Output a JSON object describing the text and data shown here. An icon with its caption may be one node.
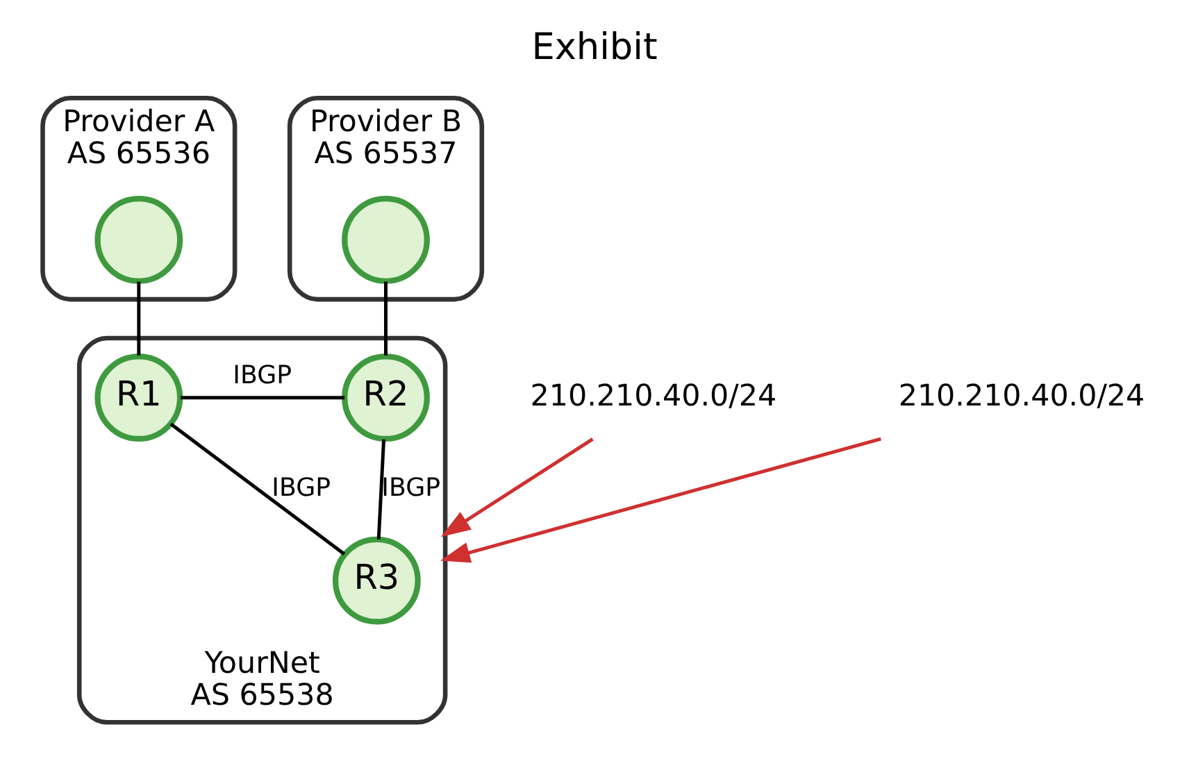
{
  "diagram": {
    "title": "Exhibit",
    "nodes": [
      {
        "text": [
          "Provider A",
          "AS 65536"
        ]
      },
      {
        "text": [],
        "shape": "circle",
        "in": 0
      },
      {
        "text": [
          "Provider B",
          "AS 65537"
        ]
      },
      {
        "text": [],
        "shape": "circle",
        "in": 2
      },
      {
        "text": [
          "YourNet",
          "AS 65538"
        ]
      },
      {
        "text": [
          "R1"
        ],
        "in": 4
      },
      {
        "text": [
          "R2"
        ],
        "in": 4
      },
      {
        "text": [
          "R3"
        ],
        "in": 4
      },
      {
        "text": [
          "210.210.40.0/24"
        ]
      },
      {
        "text": [
          "210.210.40.0/24"
        ]
      }
    ],
    "edges": [
      {
        "from": 1,
        "to": 5,
        "arrow": "none"
      },
      {
        "from": 3,
        "to": 6,
        "arrow": "none"
      },
      {
        "from": 5,
        "to": 6,
        "arrow": "none",
        "label": "IBGP"
      },
      {
        "from": 5,
        "to": 7,
        "arrow": "none",
        "label": "IBGP"
      },
      {
        "from": 6,
        "to": 7,
        "arrow": "none",
        "label": "IBGP"
      },
      {
        "from": 8,
        "to": 4,
        "arrow": "to",
        "color": "#d03030"
      },
      {
        "from": 9,
        "to": 4,
        "arrow": "to",
        "color": "#d03030"
      }
    ]
  }
}
